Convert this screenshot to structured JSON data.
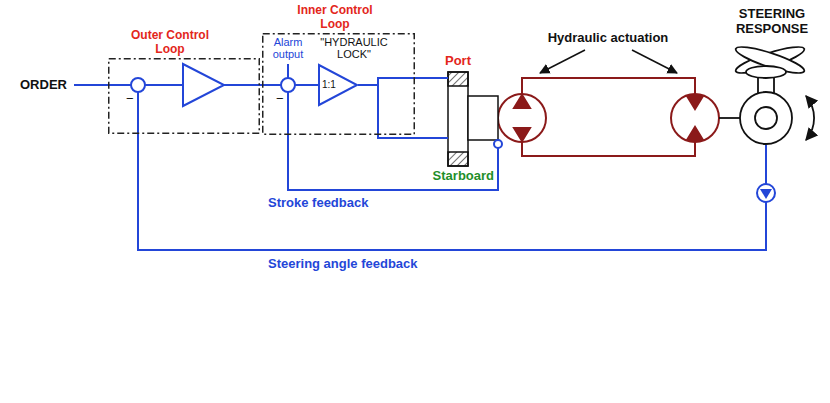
{
  "diagram": {
    "nodes": [
      {
        "text": [
          "Outer Control Loop"
        ]
      },
      {
        "text": [
          "Inner Control Loop",
          "\"HYDRAULIC LOCK\""
        ]
      },
      {
        "text": [
          "1:1"
        ],
        "in": 1
      }
    ],
    "labels": [
      "ORDER",
      "−",
      "Alarm output",
      "−",
      "Port",
      "Starboard",
      "Hydraulic actuation",
      "STEERING RESPONSE",
      "Stroke feedback",
      "Steering angle feedback"
    ]
  }
}
